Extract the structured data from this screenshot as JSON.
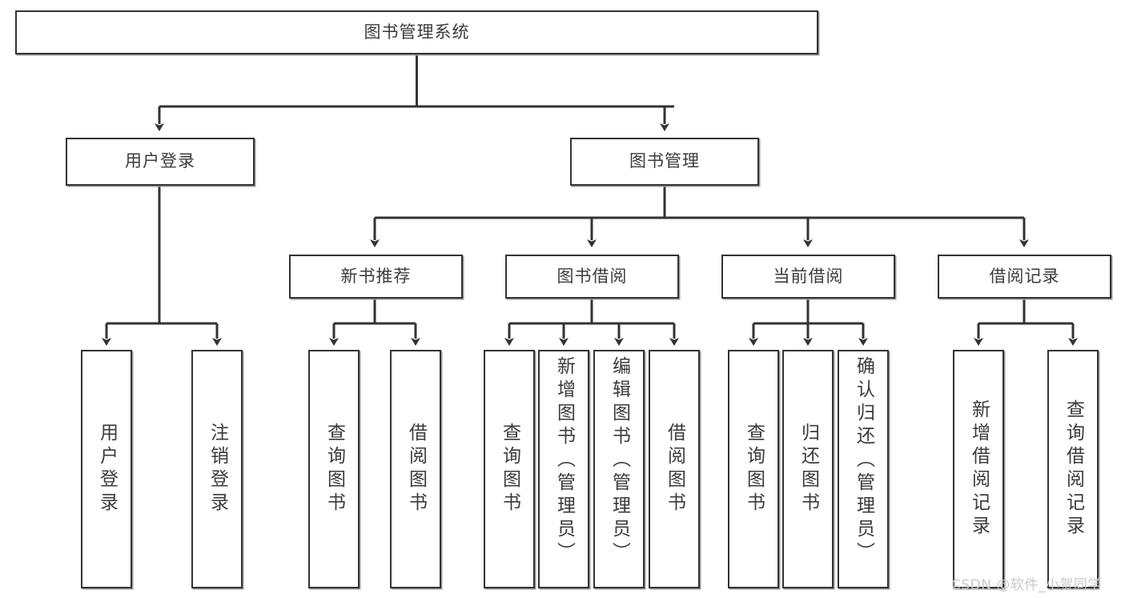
{
  "diagram": {
    "title": "图书管理系统",
    "type": "tree",
    "root": {
      "id": "root",
      "label": "图书管理系统",
      "orientation": "horizontal"
    },
    "level2": [
      {
        "id": "user-login",
        "label": "用户登录",
        "orientation": "horizontal"
      },
      {
        "id": "book-manage",
        "label": "图书管理",
        "orientation": "horizontal"
      }
    ],
    "level3": [
      {
        "id": "new-book-rec",
        "label": "新书推荐",
        "orientation": "horizontal",
        "parent": "book-manage"
      },
      {
        "id": "book-borrow",
        "label": "图书借阅",
        "orientation": "horizontal",
        "parent": "book-manage"
      },
      {
        "id": "current-borrow",
        "label": "当前借阅",
        "orientation": "horizontal",
        "parent": "book-manage"
      },
      {
        "id": "borrow-record",
        "label": "借阅记录",
        "orientation": "horizontal",
        "parent": "book-manage"
      }
    ],
    "leaves": [
      {
        "id": "leaf-user-login",
        "label": "用户登录",
        "orientation": "vertical",
        "parent": "user-login"
      },
      {
        "id": "leaf-logout",
        "label": "注销登录",
        "orientation": "vertical",
        "parent": "user-login"
      },
      {
        "id": "leaf-query-book-1",
        "label": "查询图书",
        "orientation": "vertical",
        "parent": "new-book-rec"
      },
      {
        "id": "leaf-borrow-book-1",
        "label": "借阅图书",
        "orientation": "vertical",
        "parent": "new-book-rec"
      },
      {
        "id": "leaf-query-book-2",
        "label": "查询图书",
        "orientation": "vertical",
        "parent": "book-borrow"
      },
      {
        "id": "leaf-add-book",
        "label": "新增图书（管理员）",
        "orientation": "vertical",
        "parent": "book-borrow"
      },
      {
        "id": "leaf-edit-book",
        "label": "编辑图书（管理员）",
        "orientation": "vertical",
        "parent": "book-borrow"
      },
      {
        "id": "leaf-borrow-book-2",
        "label": "借阅图书",
        "orientation": "vertical",
        "parent": "book-borrow"
      },
      {
        "id": "leaf-query-book-3",
        "label": "查询图书",
        "orientation": "vertical",
        "parent": "current-borrow"
      },
      {
        "id": "leaf-return-book",
        "label": "归还图书",
        "orientation": "vertical",
        "parent": "current-borrow"
      },
      {
        "id": "leaf-confirm-return",
        "label": "确认归还（管理员）",
        "orientation": "vertical",
        "parent": "current-borrow"
      },
      {
        "id": "leaf-add-record",
        "label": "新增借阅记录",
        "orientation": "vertical",
        "parent": "borrow-record"
      },
      {
        "id": "leaf-query-record",
        "label": "查询借阅记录",
        "orientation": "vertical",
        "parent": "borrow-record"
      }
    ],
    "watermark": "CSDN @软件_小贺同学",
    "colors": {
      "node_border": "#333333",
      "node_fill": "#ffffff",
      "text": "#3b3b3b",
      "edge": "#333333",
      "watermark": "#c9c9c9",
      "background": "#ffffff"
    }
  }
}
